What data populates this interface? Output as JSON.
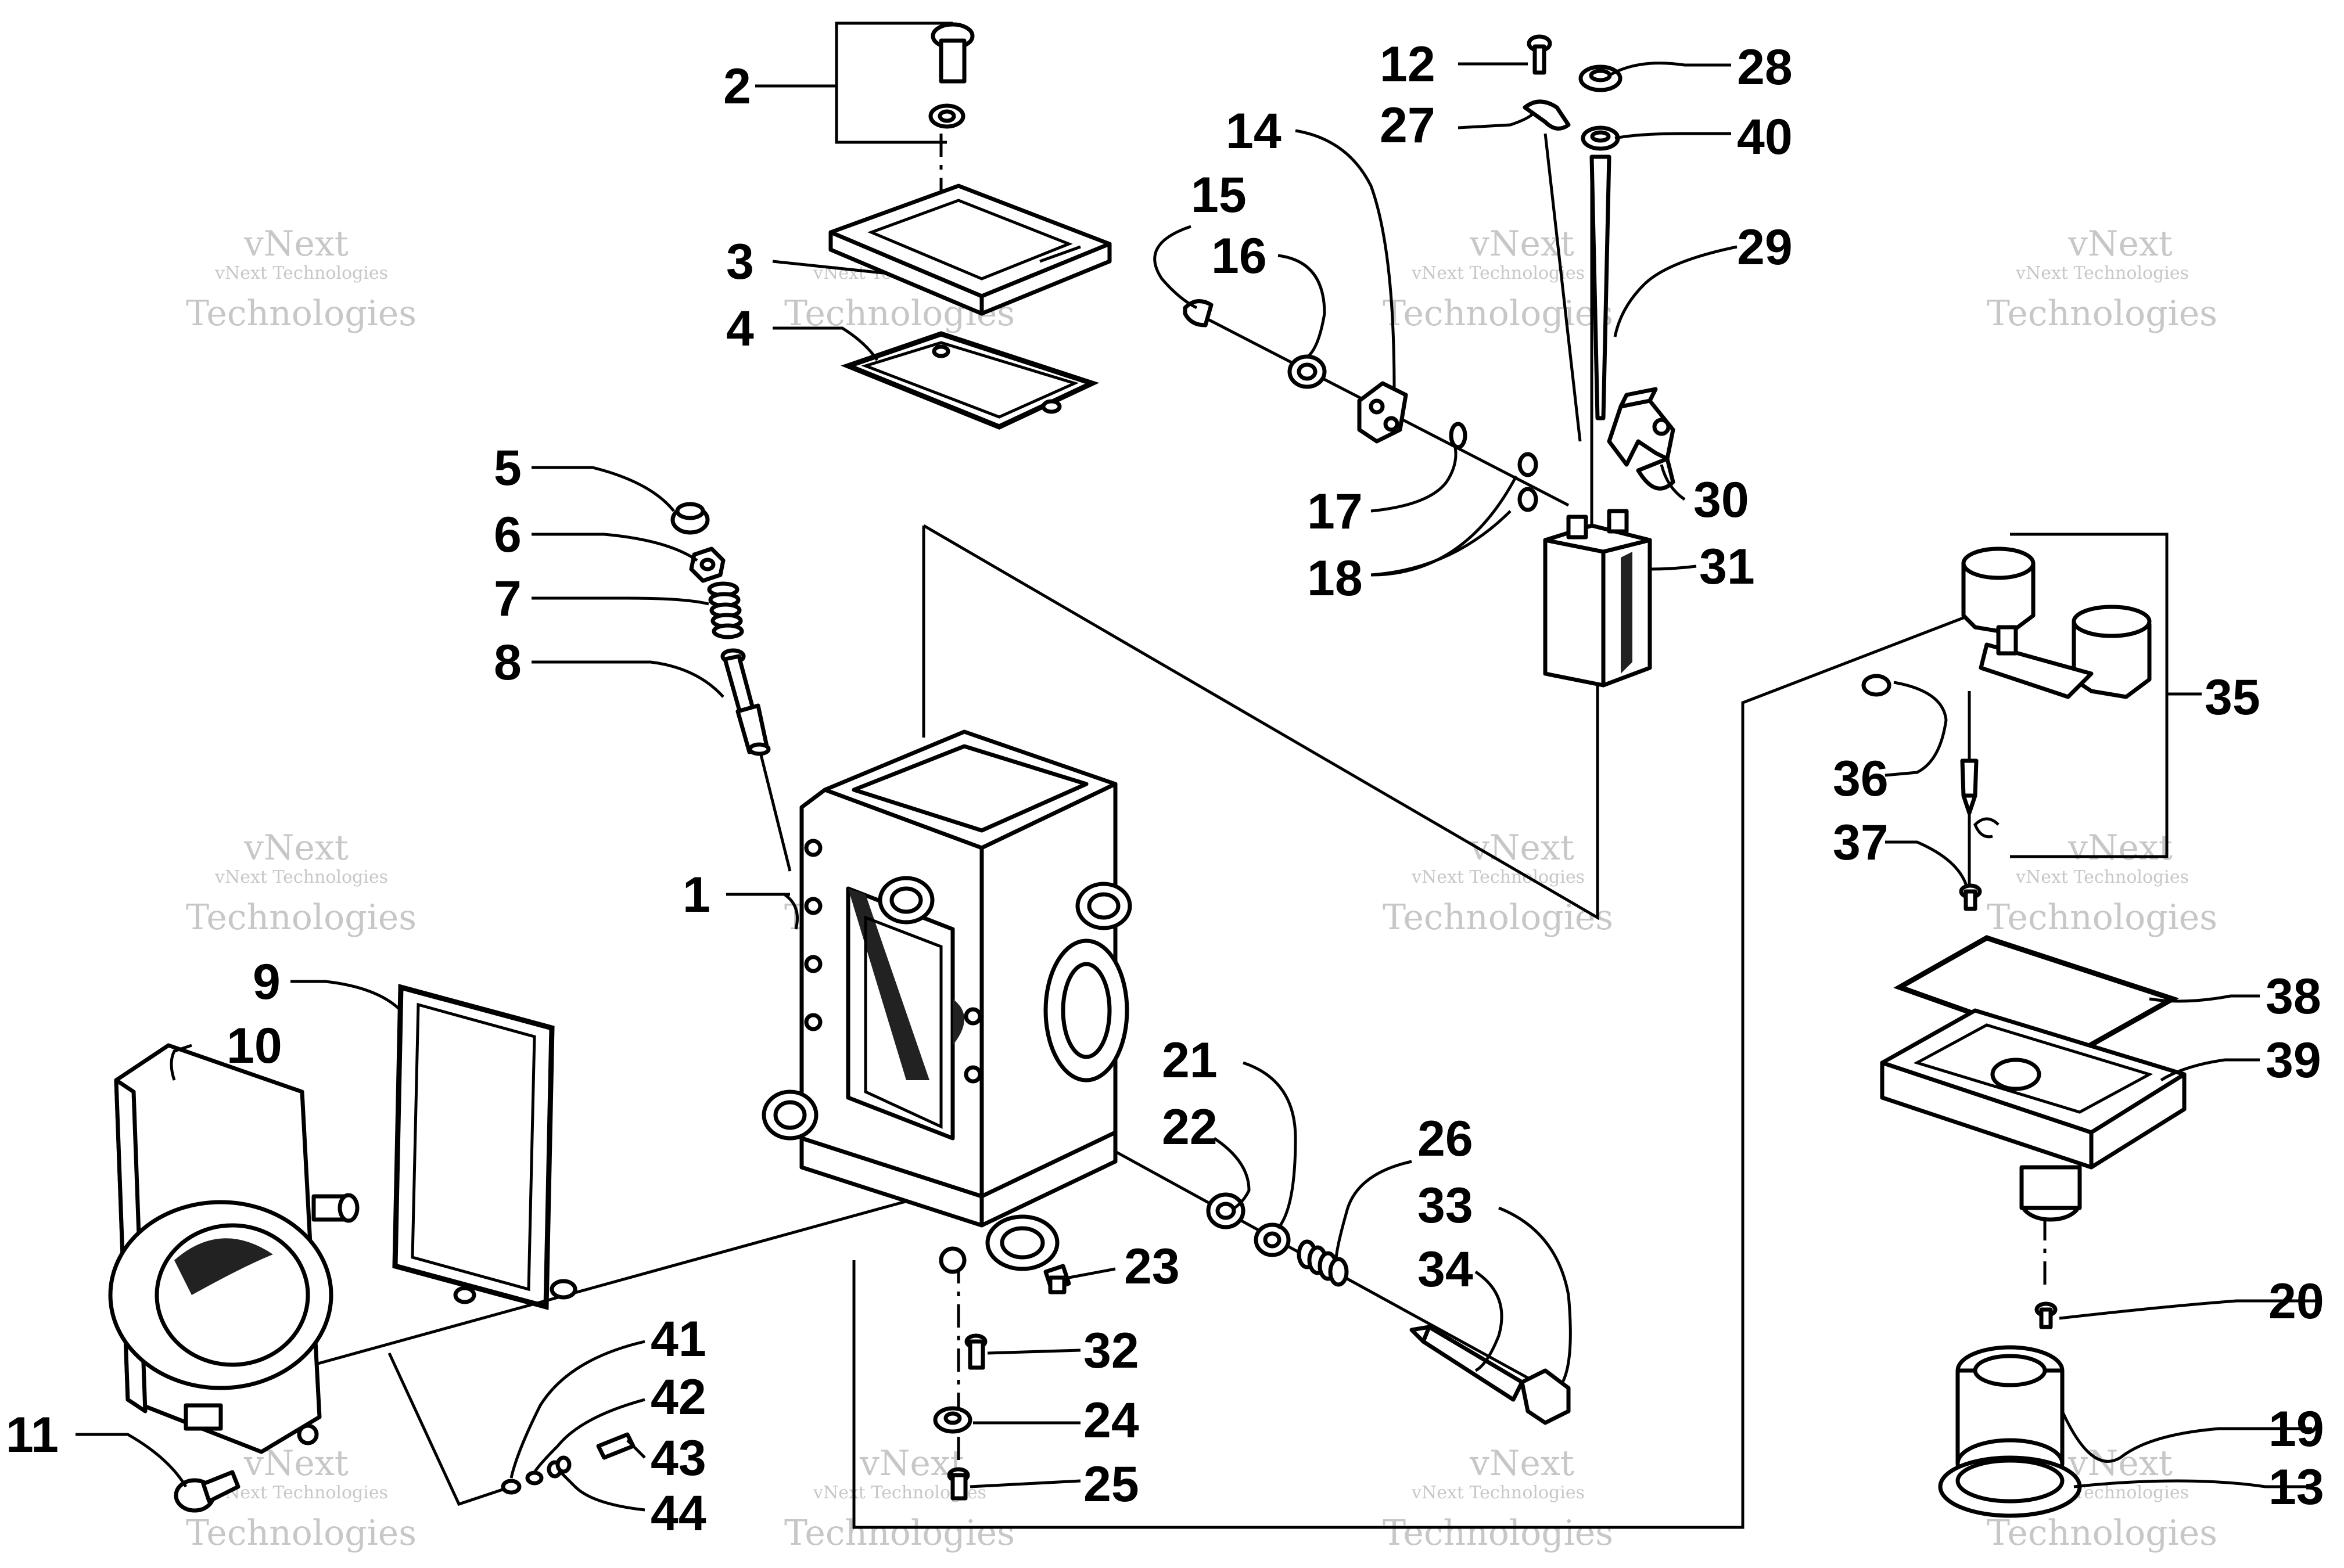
{
  "callouts": [
    "1",
    "2",
    "3",
    "4",
    "5",
    "6",
    "7",
    "8",
    "9",
    "10",
    "11",
    "12",
    "13",
    "14",
    "15",
    "16",
    "17",
    "18",
    "19",
    "20",
    "21",
    "22",
    "23",
    "24",
    "25",
    "26",
    "27",
    "28",
    "29",
    "30",
    "31",
    "32",
    "33",
    "34",
    "35",
    "36",
    "37",
    "38",
    "39",
    "40",
    "41",
    "42",
    "43",
    "44"
  ],
  "watermark": {
    "line1": "vNext",
    "line2": "Technologies",
    "full": "vNext Technologies"
  }
}
